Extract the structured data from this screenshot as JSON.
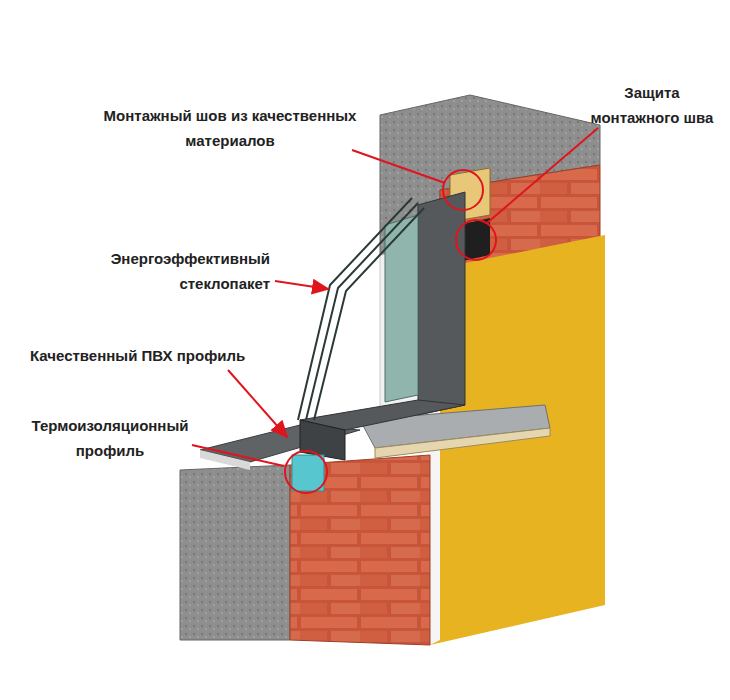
{
  "diagram": {
    "labels": [
      "Монтажный шов из качественных материалов",
      "Защита монтажного шва",
      "Энергоэффективный стеклопакет",
      "Качественный ПВХ профиль",
      "Термоизоляционный профиль"
    ]
  }
}
